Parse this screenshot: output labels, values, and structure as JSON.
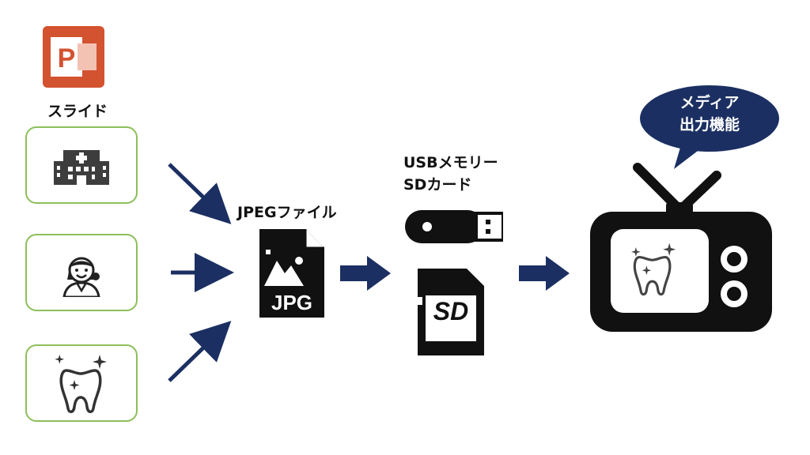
{
  "source": {
    "label": "スライド",
    "icon": "powerpoint-icon"
  },
  "inputs": [
    {
      "icon": "hospital-building-icon"
    },
    {
      "icon": "nurse-person-icon"
    },
    {
      "icon": "sparkling-tooth-icon"
    }
  ],
  "jpeg": {
    "label": "JPEGファイル",
    "badge": "JPG"
  },
  "media": {
    "label_line1": "USBメモリー",
    "label_line2": "SDカード",
    "sd_text": "SD"
  },
  "tv": {
    "bubble_line1": "メディア",
    "bubble_line2": "出力機能"
  },
  "colors": {
    "arrow": "#1b2f62",
    "card_border": "#8dbf5a",
    "ppt_orange": "#d35230",
    "bubble": "#1b2f62"
  }
}
